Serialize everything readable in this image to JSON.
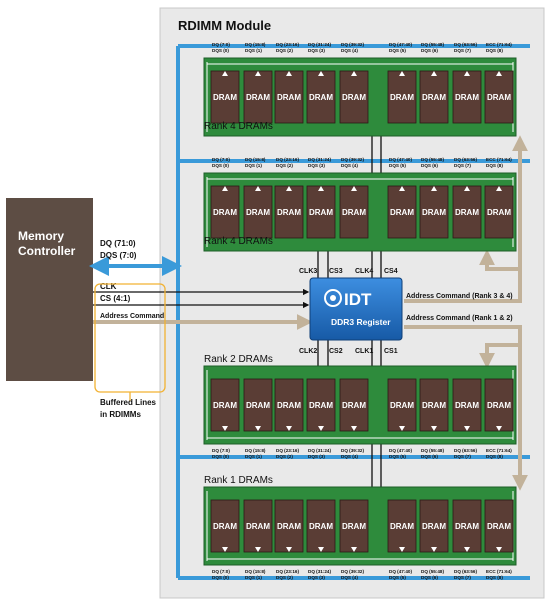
{
  "module_title": "RDIMM Module",
  "memory_controller": {
    "line1": "Memory",
    "line2": "Controller"
  },
  "bus_dq": "DQ (71:0)",
  "bus_dqs": "DQS (7:0)",
  "signal_clk": "CLK",
  "signal_cs": "CS (4:1)",
  "signal_address": "Address Command",
  "buffered_note": {
    "line1": "Buffered Lines",
    "line2": "in RDIMMs"
  },
  "register": {
    "brand": "IDT",
    "label": "DDR3 Register"
  },
  "clk_labels": {
    "clk3": "CLK3",
    "cs3": "CS3",
    "clk4": "CLK4",
    "cs4": "CS4",
    "clk2": "CLK2",
    "cs2": "CS2",
    "clk1": "CLK1",
    "cs1": "CS1"
  },
  "address_labels": {
    "ranks_34": "Address Command (Rank 3 & 4)",
    "ranks_12": "Address Command (Rank 1 & 2)"
  },
  "chip_label": "DRAM",
  "lanes": [
    {
      "dq": "DQ (7:0)",
      "dqs": "DQS (0)"
    },
    {
      "dq": "DQ (15:8)",
      "dqs": "DQS (1)"
    },
    {
      "dq": "DQ (23:16)",
      "dqs": "DQS (2)"
    },
    {
      "dq": "DQ (31:24)",
      "dqs": "DQS (3)"
    },
    {
      "dq": "DQ (39:32)",
      "dqs": "DQS (4)"
    },
    {
      "dq": "DQ (47:40)",
      "dqs": "DQS (5)"
    },
    {
      "dq": "DQ (55:48)",
      "dqs": "DQS (6)"
    },
    {
      "dq": "DQ (63:56)",
      "dqs": "DQS (7)"
    },
    {
      "dq": "ECC (71:64)",
      "dqs": "DQS (8)"
    }
  ],
  "ranks": [
    {
      "label": "Rank 4 DRAMs",
      "lanes_position": "top"
    },
    {
      "label": "Rank 4 DRAMs",
      "lanes_position": "top"
    },
    {
      "label": "Rank 2 DRAMs",
      "lanes_position": "bottom"
    },
    {
      "label": "Rank 1 DRAMs",
      "lanes_position": "bottom"
    }
  ],
  "colors": {
    "module_bg": "#e9e9e9",
    "controller": "#5d4d44",
    "pcb_green": "#2e8b3c",
    "dram": "#5a3d35",
    "bus_blue": "#3a9ad9",
    "addr_tan": "#c2b29a",
    "register_blue": "#1f6dc0",
    "note_orange": "#f2b233"
  }
}
